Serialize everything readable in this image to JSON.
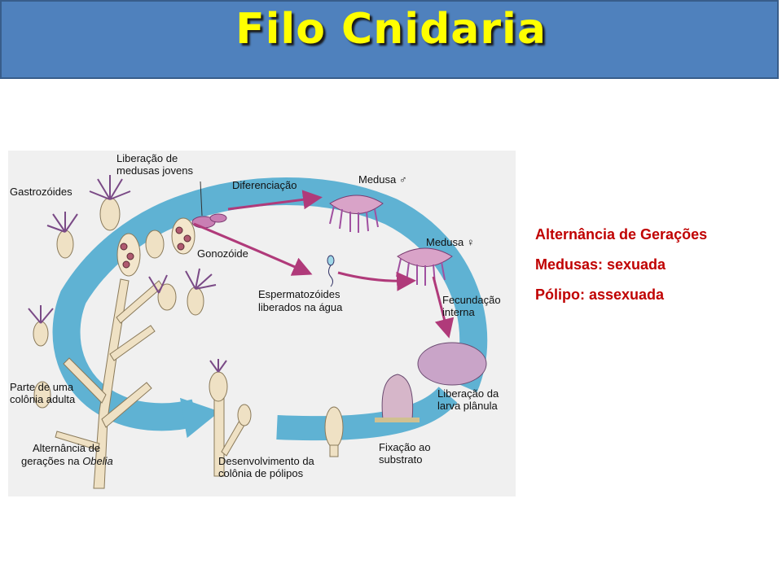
{
  "slide": {
    "title": "Filo Cnidaria",
    "notes": [
      "Alternância de Gerações",
      "Medusas: sexuada",
      "Pólipo: assexuada"
    ]
  },
  "diagram": {
    "labels": {
      "liberacao_1": "Liberação de",
      "liberacao_2": "medusas jovens",
      "gastrozoides": "Gastrozóides",
      "diferenciacao": "Diferenciação",
      "medusa_m": "Medusa ♂",
      "medusa_f": "Medusa ♀",
      "gonozoide": "Gonozóide",
      "esperm_1": "Espermatozóides",
      "esperm_2": "liberados na água",
      "fecund_1": "Fecundação",
      "fecund_2": "interna",
      "parte_1": "Parte de uma",
      "parte_2": "colônia adulta",
      "larva_1": "Liberação da",
      "larva_2": "larva plânula",
      "altern_1": "Alternância de",
      "altern_2": "gerações na",
      "obelia": "Obelia",
      "desenv_1": "Desenvolvimento da",
      "desenv_2": "colônia de pólipos",
      "fixacao_1": "Fixação ao",
      "fixacao_2": "substrato"
    },
    "colors": {
      "cycle_arrow": "#5fb2d3",
      "medusa": "#c97fb4",
      "stalk": "#efe1c4",
      "label_arrow": "#b03a7a"
    }
  }
}
